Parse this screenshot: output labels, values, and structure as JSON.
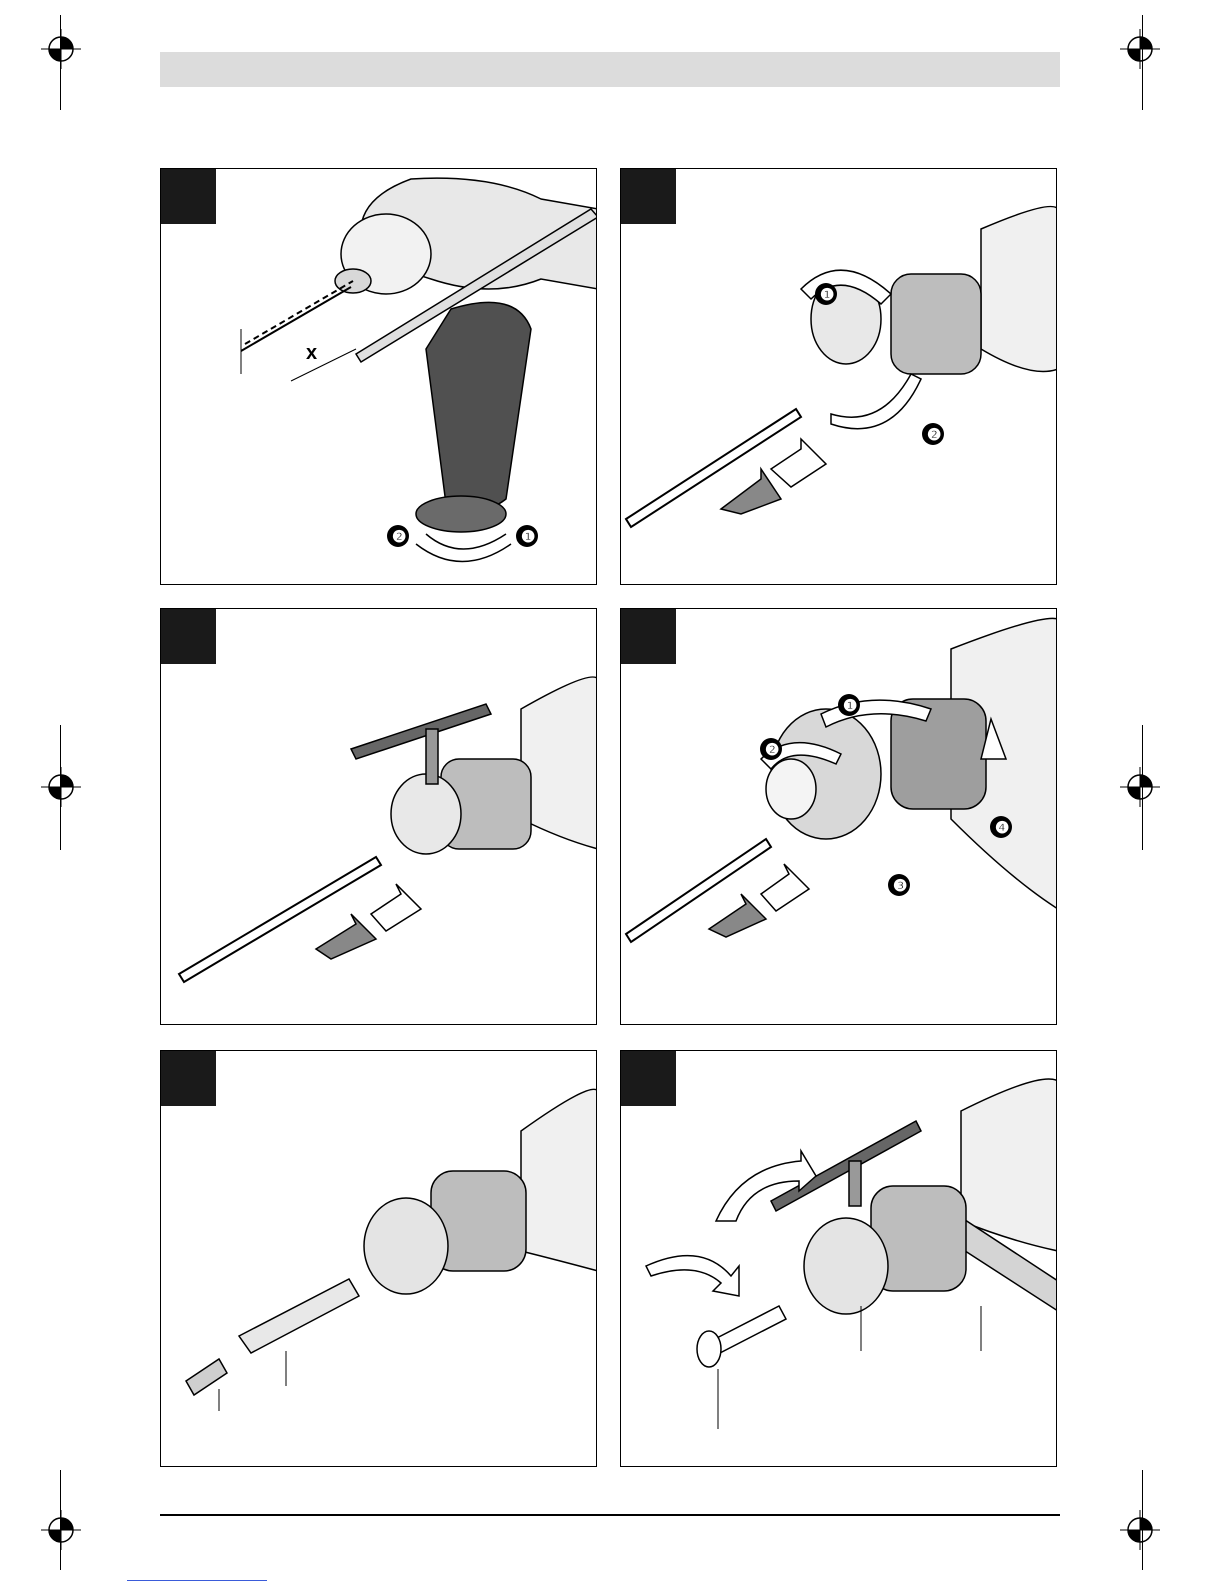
{
  "header": {
    "band_color": "#dcdcdc"
  },
  "panels": [
    {
      "id": "A",
      "labels": {
        "depth_mark": "x",
        "steps": [
          "❶",
          "❷"
        ]
      },
      "icons": [
        "drill-icon",
        "side-handle-icon",
        "depth-stop-icon",
        "rotate-arrow-icon"
      ]
    },
    {
      "id": "B",
      "labels": {
        "steps": [
          "❶",
          "❷"
        ]
      },
      "icons": [
        "keyless-chuck-icon",
        "drill-bit-icon",
        "insert-arrow-icon",
        "rotate-arrow-icon"
      ]
    },
    {
      "id": "C",
      "labels": {
        "steps": []
      },
      "icons": [
        "chuck-key-icon",
        "keyed-chuck-icon",
        "drill-bit-icon",
        "insert-arrow-icon"
      ]
    },
    {
      "id": "D",
      "labels": {
        "steps": [
          "❶",
          "❷",
          "❸",
          "❹"
        ]
      },
      "icons": [
        "keyless-chuck-icon",
        "drill-bit-icon",
        "insert-arrow-icon",
        "rotate-arrow-icon"
      ]
    },
    {
      "id": "E",
      "labels": {
        "steps": []
      },
      "icons": [
        "keyless-chuck-icon",
        "bit-holder-icon",
        "screwdriver-bit-icon"
      ]
    },
    {
      "id": "F",
      "labels": {
        "steps": []
      },
      "icons": [
        "keyed-chuck-icon",
        "chuck-key-icon",
        "screw-icon",
        "allen-key-icon",
        "rotate-arrow-icon"
      ]
    }
  ]
}
